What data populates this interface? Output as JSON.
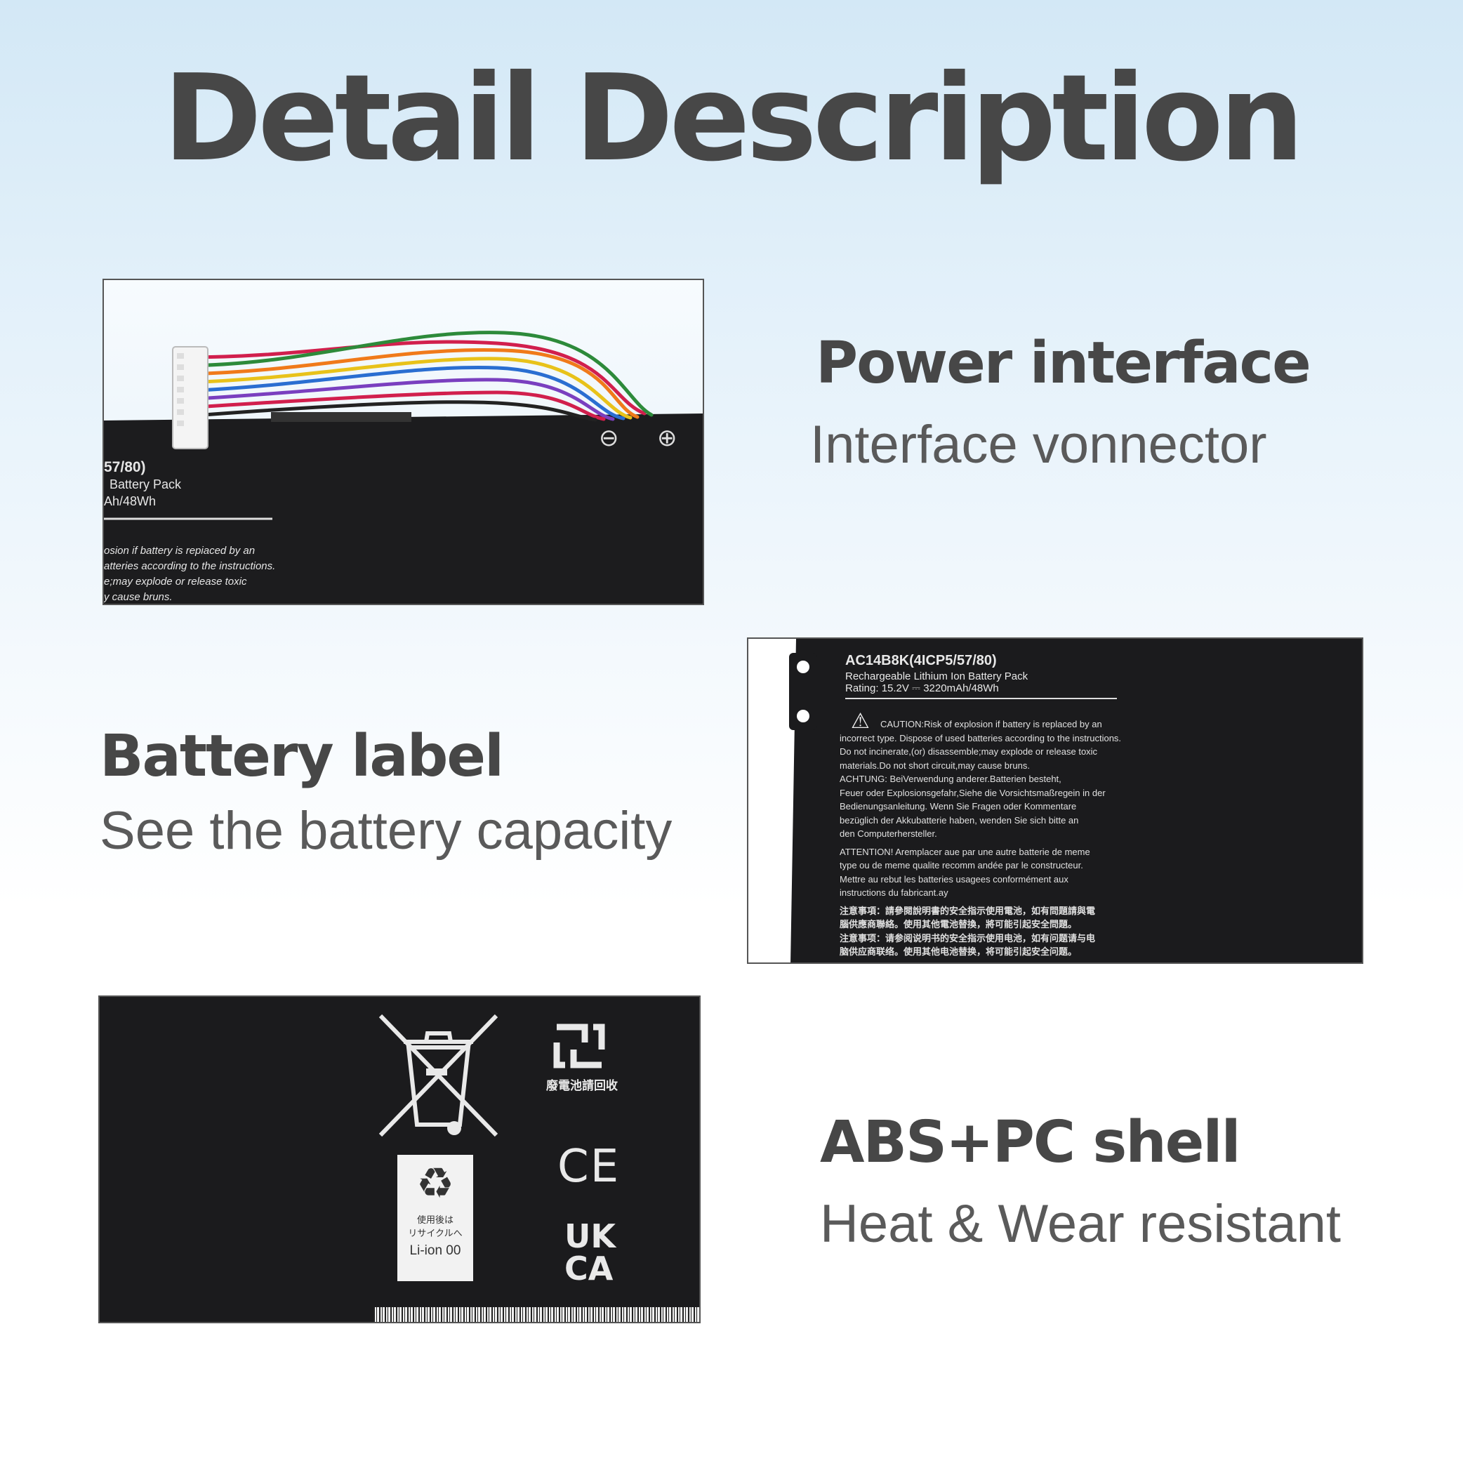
{
  "title": "Detail Description",
  "sections": [
    {
      "heading": "Power interface",
      "subtitle": "Interface vonnector"
    },
    {
      "heading": "Battery label",
      "subtitle": "See the battery capacity"
    },
    {
      "heading": "ABS+PC shell",
      "subtitle": "Heat & Wear resistant"
    }
  ],
  "photo1": {
    "minus": "⊖",
    "plus": "⊕",
    "lines": [
      "57/80)",
      "Battery Pack",
      "Ah/48Wh"
    ],
    "warn": [
      "osion if battery is repiaced by an",
      "atteries according to the instructions.",
      "e;may explode or release toxic",
      "y cause bruns."
    ]
  },
  "photo2": {
    "model": "AC14B8K(4ICP5/57/80)",
    "type": "Rechargeable Lithium Ion Battery Pack",
    "rating": "Rating: 15.2V ⎓ 3220mAh/48Wh",
    "warnings": [
      "CAUTION:Risk of explosion if battery is replaced by an",
      "incorrect type. Dispose of used batteries according to the instructions.",
      "Do not incinerate,(or) disassemble;may explode or release toxic",
      "materials.Do not short circuit,may cause bruns.",
      "ACHTUNG: BeiVerwendung anderer.Batterien besteht,",
      "Feuer oder Explosionsgefahr,Siehe die Vorsichtsmaßregein in der",
      "Bedienungsanleitung. Wenn Sie Fragen oder Kommentare",
      "bezüglich der Akkubatterie haben, wenden Sie sich bitte an",
      "den Computerhersteller.",
      "ATTENTION! Aremplacer aue par une autre batterie de meme",
      "type ou de meme qualite recomm andée par le constructeur.",
      "Mettre au rebut les batteries usagees conformément aux",
      "instructions du fabricant.ay",
      "注意事項：請參閱說明書的安全指示使用電池，如有問題請與電",
      "腦供應商聯絡。使用其他電池替換，將可能引起安全問題。",
      "注意事项：请参阅说明书的安全指示使用电池，如有问题请与电",
      "脑供应商联络。使用其他电池替换，将可能引起安全问题。"
    ]
  },
  "photo3": {
    "recycle_cn": "廢電池請回收",
    "ce": "CE",
    "ukca": [
      "UK",
      "CA"
    ],
    "jp_label": [
      "使用後は",
      "リサイクルへ",
      "Li-ion 00"
    ]
  }
}
